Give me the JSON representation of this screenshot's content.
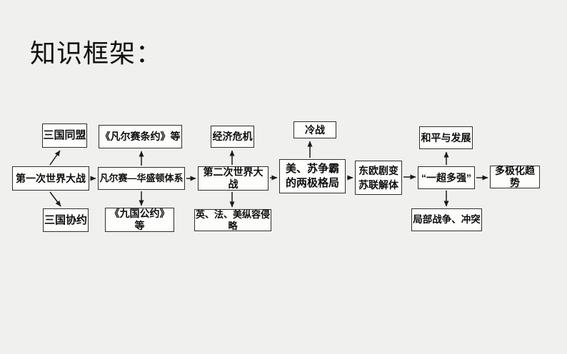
{
  "page": {
    "title": "知识框架：",
    "background_color": "#f0f0ee",
    "colors": {
      "box_fill": "#fdfdfc",
      "box_border": "#2e2e2e",
      "arrow": "#1a1a1a",
      "text": "#0d0d0d"
    }
  },
  "diagram": {
    "nodes": [
      {
        "id": "triple-alliance",
        "label": "三国同盟"
      },
      {
        "id": "versailles-treaty",
        "label": "《凡尔赛条约》等"
      },
      {
        "id": "economic-crisis",
        "label": "经济危机"
      },
      {
        "id": "cold-war",
        "label": "冷战"
      },
      {
        "id": "peace-and-development",
        "label": "和平与发展"
      },
      {
        "id": "ww1",
        "label": "第一次世界大战"
      },
      {
        "id": "versailles-washington-system",
        "label": "凡尔赛—华盛顿体系"
      },
      {
        "id": "ww2",
        "label": "第二次世界大战"
      },
      {
        "id": "us-soviet-bipolar",
        "label": "美、苏争霸\n的两极格局"
      },
      {
        "id": "east-europe-soviet-collapse",
        "label": "东欧剧变\n苏联解体"
      },
      {
        "id": "one-super-many-strong",
        "label": "“一超多强”"
      },
      {
        "id": "multipolarization",
        "label": "多极化趋势"
      },
      {
        "id": "triple-entente",
        "label": "三国协约"
      },
      {
        "id": "nine-power-treaty",
        "label": "《九国公约》等"
      },
      {
        "id": "appeasement",
        "label": "英、法、美纵容侵略"
      },
      {
        "id": "local-wars-conflicts",
        "label": "局部战争、冲突"
      }
    ],
    "edges": [
      {
        "from": "ww1",
        "to": "triple-alliance"
      },
      {
        "from": "ww1",
        "to": "triple-entente"
      },
      {
        "from": "ww1",
        "to": "versailles-washington-system"
      },
      {
        "from": "versailles-washington-system",
        "to": "versailles-treaty"
      },
      {
        "from": "versailles-washington-system",
        "to": "nine-power-treaty"
      },
      {
        "from": "versailles-washington-system",
        "to": "ww2"
      },
      {
        "from": "ww2",
        "to": "economic-crisis"
      },
      {
        "from": "ww2",
        "to": "appeasement"
      },
      {
        "from": "ww2",
        "to": "us-soviet-bipolar"
      },
      {
        "from": "us-soviet-bipolar",
        "to": "cold-war"
      },
      {
        "from": "us-soviet-bipolar",
        "to": "east-europe-soviet-collapse"
      },
      {
        "from": "east-europe-soviet-collapse",
        "to": "one-super-many-strong"
      },
      {
        "from": "one-super-many-strong",
        "to": "peace-and-development"
      },
      {
        "from": "one-super-many-strong",
        "to": "local-wars-conflicts"
      },
      {
        "from": "one-super-many-strong",
        "to": "multipolarization"
      }
    ]
  }
}
